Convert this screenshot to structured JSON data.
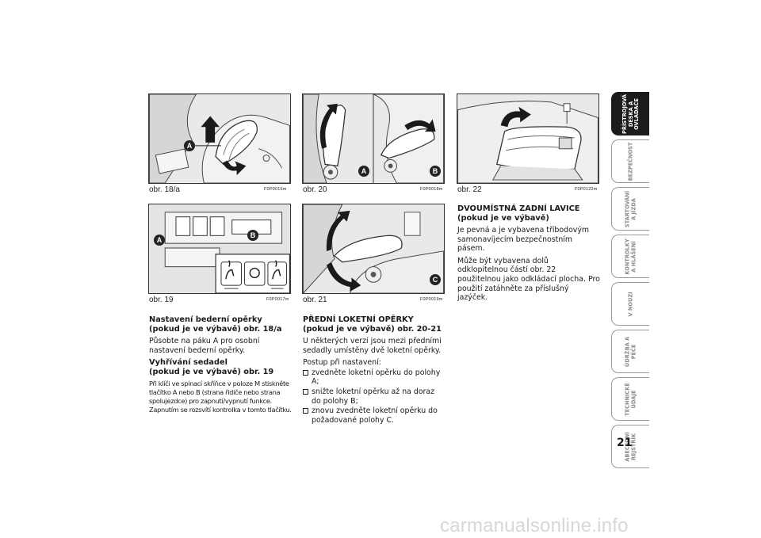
{
  "figures": [
    {
      "caption": "obr. 18/a",
      "code": "F0P0016m",
      "labels": [
        "A"
      ]
    },
    {
      "caption": "obr. 20",
      "code": "F0P0018m",
      "labels": [
        "A",
        "B"
      ]
    },
    {
      "caption": "obr. 22",
      "code": "F0P0122m",
      "labels": []
    },
    {
      "caption": "obr. 19",
      "code": "F0P0017m",
      "labels": [
        "A",
        "B"
      ]
    },
    {
      "caption": "obr. 21",
      "code": "F0P0019m",
      "labels": [
        "C"
      ]
    }
  ],
  "col1": {
    "h1": "Nastavení bederní opěrky\n(pokud je ve výbavě) obr. 18/a",
    "p1": "Působte na páku A pro osobní nastavení bederní opěrky.",
    "h2": "Vyhřívání sedadel\n(pokud je ve výbavě) obr. 19",
    "p2": "Při klíči ve spínací skříňce v poloze M stiskněte tlačítko A nebo B (strana řidiče nebo strana spolujezdce) pro zapnutí/vypnutí funkce. Zapnutím se rozsvítí kontrolka v tomto tlačítku."
  },
  "col2": {
    "h": "PŘEDNÍ LOKETNÍ OPĚRKY\n(pokud je ve výbavě) obr. 20-21",
    "p1": "U některých verzí jsou mezi předními sedadly umístěny dvě loketní opěrky.",
    "p2": "Postup při nastavení:",
    "items": [
      "zvedněte loketní opěrku do polohy A;",
      "snižte loketní opěrku až na doraz do polohy B;",
      "znovu zvedněte loketní opěrku do požadované polohy C."
    ]
  },
  "col3": {
    "h": "DVOUMÍSTNÁ ZADNÍ LAVICE\n(pokud je ve výbavě)",
    "p1": "Je pevná a je vybavena tříbodovým samonavíjecím bezpečnostním pásem.",
    "p2": "Může být vybavena dolů odklopitelnou částí obr. 22 použitelnou jako odkládací plocha. Pro použití zatáhněte za příslušný jazýček."
  },
  "tabs": [
    {
      "label": "PŘÍSTROJOVÁ\nDESKA A\nOVLADAČE",
      "active": true
    },
    {
      "label": "BEZPEČNOST",
      "active": false
    },
    {
      "label": "STARTOVÁNÍ\nA JÍZDA",
      "active": false
    },
    {
      "label": "KONTROLKY\nA HLÁŠENÍ",
      "active": false
    },
    {
      "label": "V NOUZI",
      "active": false
    },
    {
      "label": "ÚDRŽBA A\nPÉČE",
      "active": false
    },
    {
      "label": "TECHNICKÉ\nÚDAJE",
      "active": false
    },
    {
      "label": "ABECEDNÍ\nREJSTŘÍK",
      "active": false
    }
  ],
  "page_number": "21",
  "watermark": "carmanualsonline.info"
}
